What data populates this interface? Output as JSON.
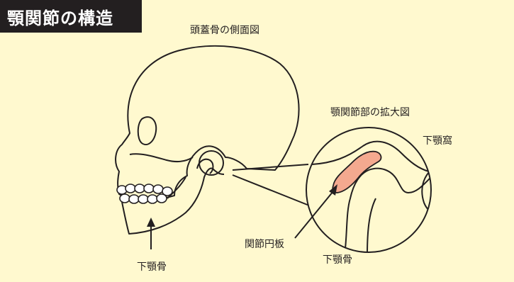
{
  "title": "顎関節の構造",
  "labels": {
    "skull_side_view": "頭蓋骨の側面図",
    "joint_enlarged": "顎関節部の拡大図",
    "mandibular_fossa": "下顎窩",
    "articular_disc": "関節円板",
    "mandible_enlarged": "下顎骨",
    "mandible": "下顎骨"
  },
  "colors": {
    "background": "#fff9cf",
    "title_bg": "#231f20",
    "title_text": "#ffffff",
    "line": "#231f20",
    "disc": "#f4a98f"
  }
}
